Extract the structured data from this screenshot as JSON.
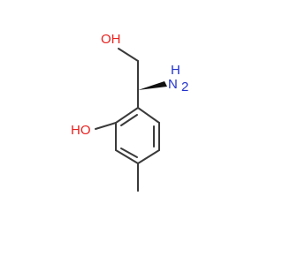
{
  "molecule": {
    "atoms": {
      "hydroxymethyl_oh": {
        "label": "OH",
        "color": "#e8211e"
      },
      "amino_n": {
        "label": "N",
        "color": "#2233cc"
      },
      "amino_h": {
        "label": "H",
        "color": "#2233cc"
      },
      "amino_h_count": {
        "label": "2",
        "color": "#2233cc"
      },
      "phenol_ho": {
        "label": "HO",
        "color": "#e8211e"
      }
    },
    "bond_color": "#3a3a3a",
    "wedge_color": "#111111"
  }
}
